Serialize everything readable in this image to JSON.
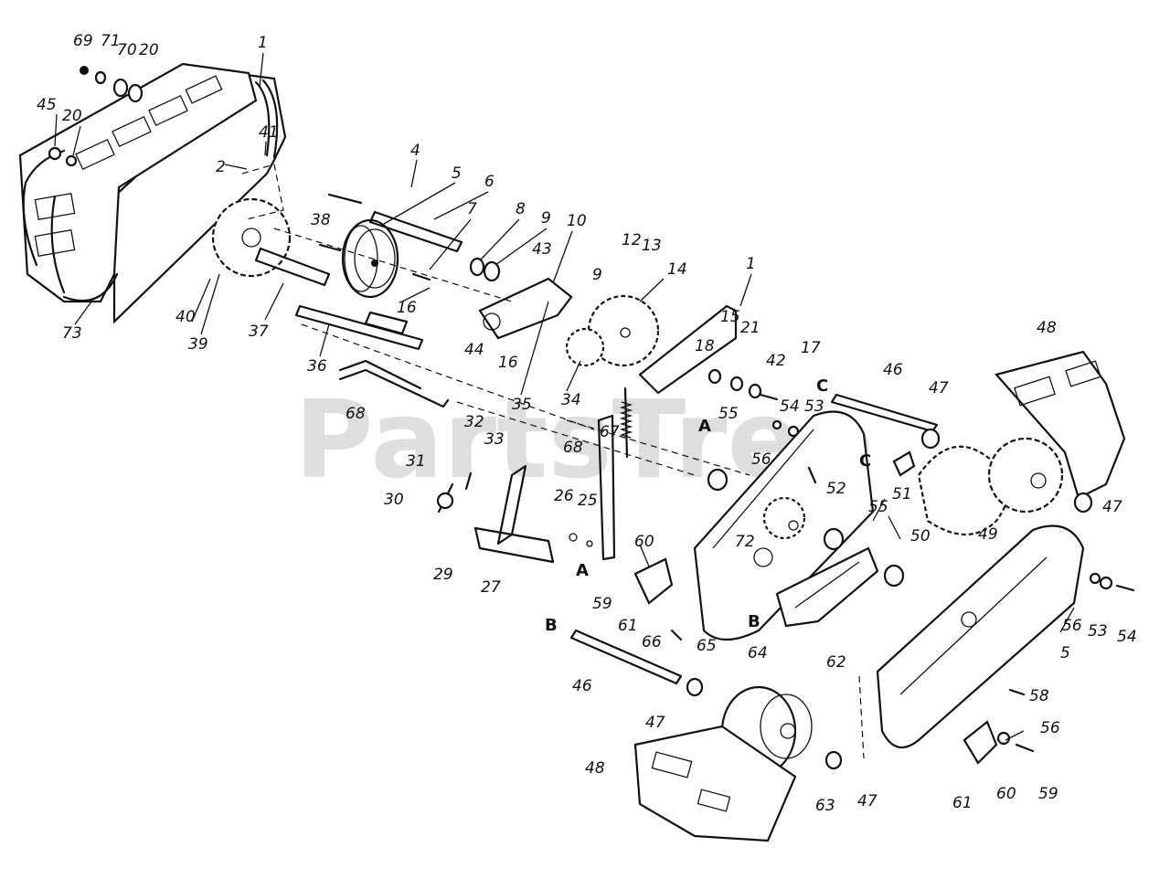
{
  "watermark": {
    "text": "PartsTree",
    "tm": "™"
  },
  "callouts": {
    "c1a": "1",
    "c1b": "1",
    "c2": "2",
    "c4": "4",
    "c5": "5",
    "c5b": "5",
    "c6": "6",
    "c7": "7",
    "c8": "8",
    "c9a": "9",
    "c9b": "9",
    "c10": "10",
    "c12": "12",
    "c13": "13",
    "c14": "14",
    "c15": "15",
    "c16a": "16",
    "c16b": "16",
    "c17": "17",
    "c18": "18",
    "c20a": "20",
    "c20b": "20",
    "c21": "21",
    "c25": "25",
    "c26": "26",
    "c27": "27",
    "c29": "29",
    "c30": "30",
    "c31": "31",
    "c32": "32",
    "c33": "33",
    "c34": "34",
    "c35": "35",
    "c36": "36",
    "c37": "37",
    "c38": "38",
    "c39": "39",
    "c40": "40",
    "c41": "41",
    "c42": "42",
    "c43": "43",
    "c44": "44",
    "c45": "45",
    "c46a": "46",
    "c46b": "46",
    "c47a": "47",
    "c47b": "47",
    "c47c": "47",
    "c47d": "47",
    "c48a": "48",
    "c48b": "48",
    "c49": "49",
    "c50": "50",
    "c51": "51",
    "c52": "52",
    "c53a": "53",
    "c53b": "53",
    "c54a": "54",
    "c54b": "54",
    "c55a": "55",
    "c55b": "55",
    "c56a": "56",
    "c56b": "56",
    "c56c": "56",
    "c58": "58",
    "c59a": "59",
    "c59b": "59",
    "c60a": "60",
    "c60b": "60",
    "c61a": "61",
    "c61b": "61",
    "c62": "62",
    "c63": "63",
    "c64": "64",
    "c65": "65",
    "c66": "66",
    "c67": "67",
    "c68a": "68",
    "c68b": "68",
    "c69": "69",
    "c70": "70",
    "c71": "71",
    "c72": "72",
    "c73": "73"
  },
  "ref_letters": {
    "a1": "A",
    "a2": "A",
    "b1": "B",
    "b2": "B",
    "c1": "C",
    "c2": "C"
  }
}
